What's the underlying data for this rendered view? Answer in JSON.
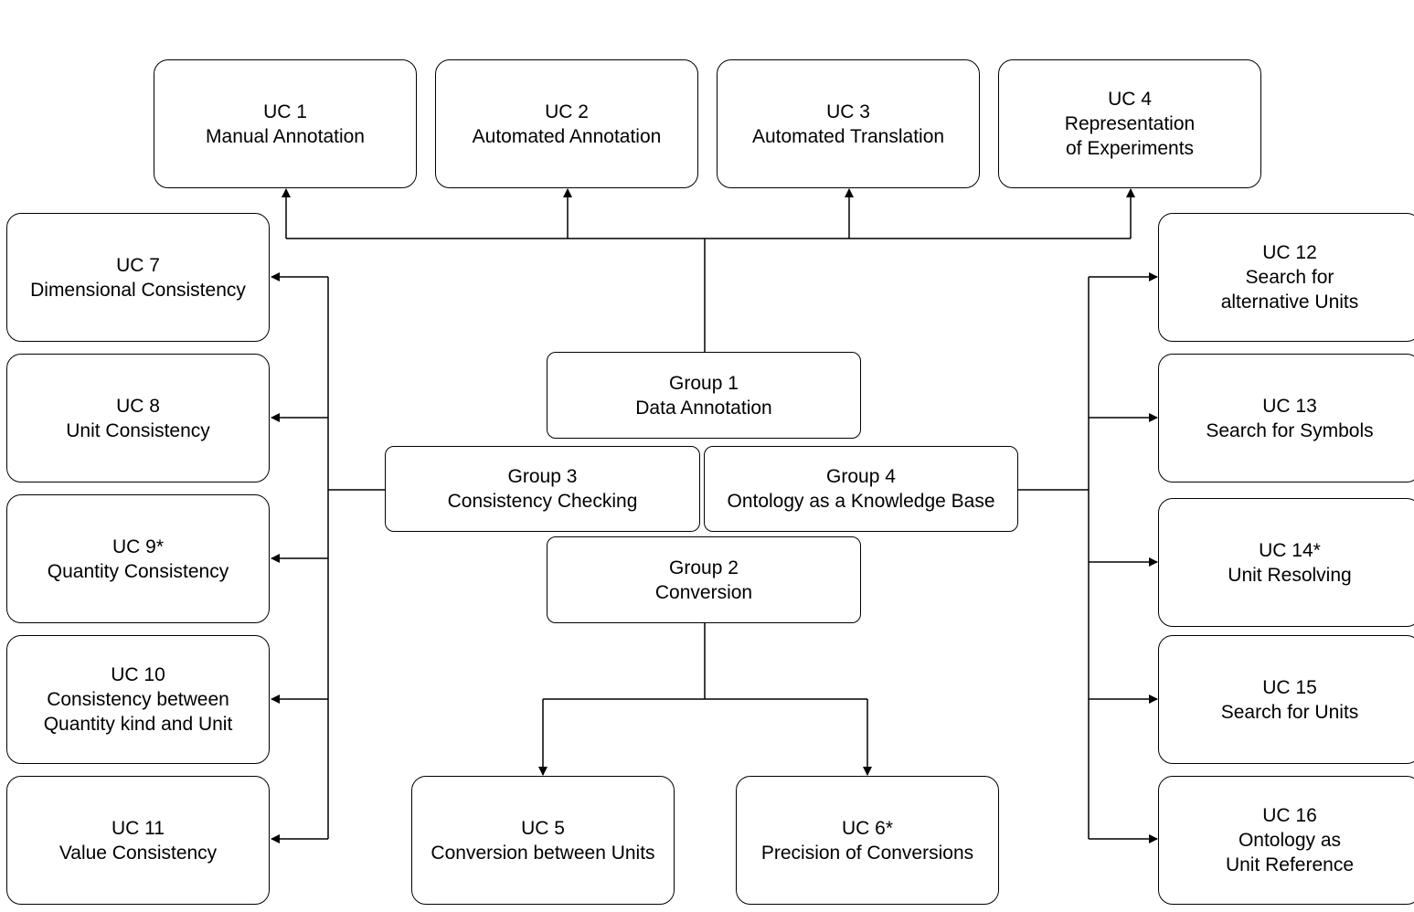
{
  "diagram": {
    "groups": {
      "g1": {
        "id": "Group 1",
        "name": "Data Annotation"
      },
      "g2": {
        "id": "Group 2",
        "name": "Conversion"
      },
      "g3": {
        "id": "Group 3",
        "name": "Consistency Checking"
      },
      "g4": {
        "id": "Group 4",
        "name": "Ontology as a Knowledge Base"
      }
    },
    "use_cases": {
      "uc1": {
        "id": "UC 1",
        "lines": [
          "Manual Annotation"
        ]
      },
      "uc2": {
        "id": "UC 2",
        "lines": [
          "Automated Annotation"
        ]
      },
      "uc3": {
        "id": "UC 3",
        "lines": [
          "Automated Translation"
        ]
      },
      "uc4": {
        "id": "UC 4",
        "lines": [
          "Representation",
          "of Experiments"
        ]
      },
      "uc5": {
        "id": "UC 5",
        "lines": [
          "Conversion between Units"
        ]
      },
      "uc6": {
        "id": "UC 6*",
        "lines": [
          "Precision of Conversions"
        ]
      },
      "uc7": {
        "id": "UC 7",
        "lines": [
          "Dimensional Consistency"
        ]
      },
      "uc8": {
        "id": "UC 8",
        "lines": [
          "Unit Consistency"
        ]
      },
      "uc9": {
        "id": "UC 9*",
        "lines": [
          "Quantity Consistency"
        ]
      },
      "uc10": {
        "id": "UC 10",
        "lines": [
          "Consistency between",
          "Quantity kind and Unit"
        ]
      },
      "uc11": {
        "id": "UC 11",
        "lines": [
          "Value Consistency"
        ]
      },
      "uc12": {
        "id": "UC 12",
        "lines": [
          "Search for",
          "alternative Units"
        ]
      },
      "uc13": {
        "id": "UC 13",
        "lines": [
          "Search for Symbols"
        ]
      },
      "uc14": {
        "id": "UC 14*",
        "lines": [
          "Unit Resolving"
        ]
      },
      "uc15": {
        "id": "UC 15",
        "lines": [
          "Search for Units"
        ]
      },
      "uc16": {
        "id": "UC 16",
        "lines": [
          "Ontology as",
          "Unit Reference"
        ]
      }
    }
  }
}
